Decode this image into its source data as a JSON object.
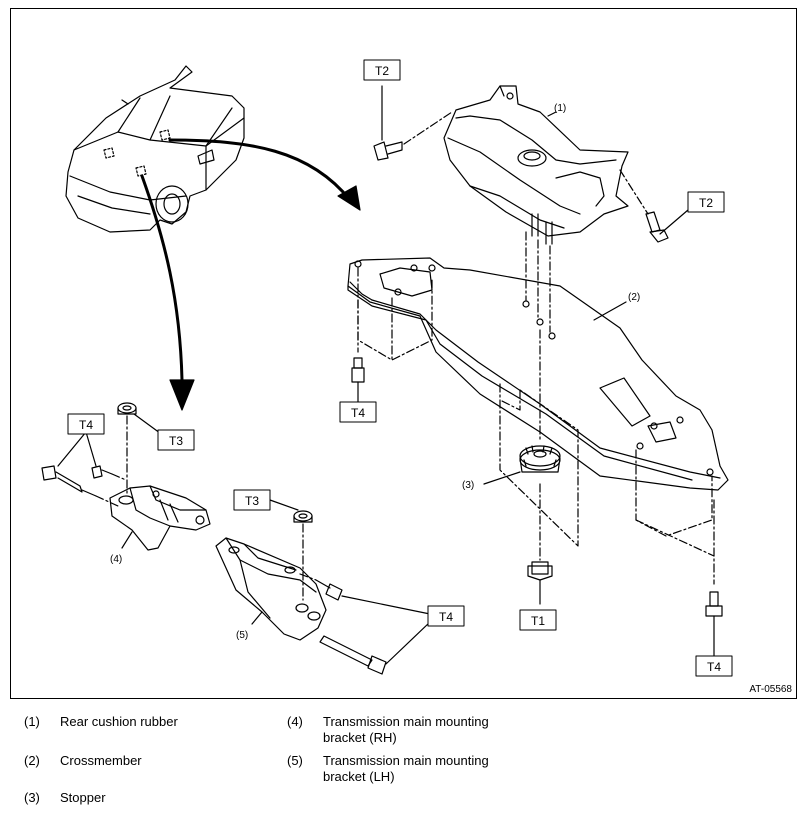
{
  "figure_code": "AT-05568",
  "torque_tags": {
    "t2_top": "T2",
    "t2_right": "T2",
    "t4_right": "T4",
    "t4_left": "T4",
    "t3_upper": "T3",
    "t3_lower": "T3",
    "t4_lower": "T4",
    "t1": "T1",
    "t4_bottom": "T4"
  },
  "callouts": {
    "c1": "(1)",
    "c2": "(2)",
    "c3": "(3)",
    "c4": "(4)",
    "c5": "(5)"
  },
  "legend": [
    {
      "num": "(1)",
      "text": "Rear cushion rubber"
    },
    {
      "num": "(2)",
      "text": "Crossmember"
    },
    {
      "num": "(3)",
      "text": "Stopper"
    },
    {
      "num": "(4)",
      "text": "Transmission main mounting bracket (RH)"
    },
    {
      "num": "(5)",
      "text": "Transmission main mounting bracket (LH)"
    }
  ]
}
